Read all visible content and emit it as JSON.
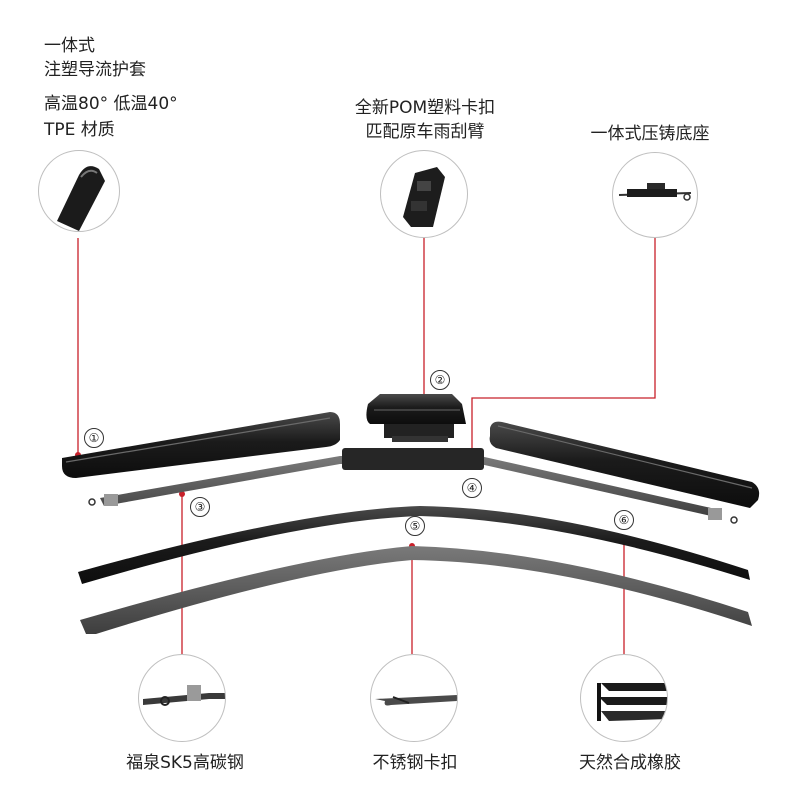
{
  "labels": {
    "shroud_line1": "一体式",
    "shroud_line2": "注塑导流护套",
    "temp_line": "高温80°  低温40°",
    "tpe_line": "TPE 材质",
    "clip_line1": "全新POM塑料卡扣",
    "clip_line2": "匹配原车雨刮臂",
    "base_line": "一体式压铸底座",
    "steel_spring": "福泉SK5高碳钢",
    "steel_clip": "不锈钢卡扣",
    "rubber": "天然合成橡胶"
  },
  "callouts": [
    "①",
    "②",
    "③",
    "④",
    "⑤",
    "⑥"
  ],
  "colors": {
    "leader_line": "#c8202a",
    "rubber_black": "#1a1a1a",
    "steel_gray": "#5a5a5a"
  }
}
